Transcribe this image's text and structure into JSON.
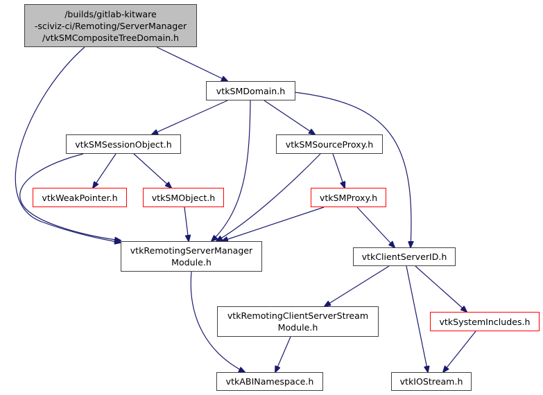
{
  "diagram": {
    "type": "include-dependency-graph",
    "edge_color": "#191970",
    "nodes": [
      {
        "id": "root",
        "lines": [
          "/builds/gitlab-kitware",
          "-sciviz-ci/Remoting/ServerManager",
          "/vtkSMCompositeTreeDomain.h"
        ],
        "style": "root"
      },
      {
        "id": "smdomain",
        "lines": [
          "vtkSMDomain.h"
        ],
        "style": "normal"
      },
      {
        "id": "sessionobject",
        "lines": [
          "vtkSMSessionObject.h"
        ],
        "style": "normal"
      },
      {
        "id": "sourceproxy",
        "lines": [
          "vtkSMSourceProxy.h"
        ],
        "style": "normal"
      },
      {
        "id": "weakpointer",
        "lines": [
          "vtkWeakPointer.h"
        ],
        "style": "red"
      },
      {
        "id": "smobject",
        "lines": [
          "vtkSMObject.h"
        ],
        "style": "red"
      },
      {
        "id": "smproxy",
        "lines": [
          "vtkSMProxy.h"
        ],
        "style": "red"
      },
      {
        "id": "rsmmodule",
        "lines": [
          "vtkRemotingServerManager",
          "Module.h"
        ],
        "style": "normal"
      },
      {
        "id": "csid",
        "lines": [
          "vtkClientServerID.h"
        ],
        "style": "normal"
      },
      {
        "id": "rcssmodule",
        "lines": [
          "vtkRemotingClientServerStream",
          "Module.h"
        ],
        "style": "normal"
      },
      {
        "id": "sysincludes",
        "lines": [
          "vtkSystemIncludes.h"
        ],
        "style": "red"
      },
      {
        "id": "abinamespace",
        "lines": [
          "vtkABINamespace.h"
        ],
        "style": "normal"
      },
      {
        "id": "iostream",
        "lines": [
          "vtkIOStream.h"
        ],
        "style": "normal"
      }
    ],
    "edges": [
      [
        "root",
        "smdomain"
      ],
      [
        "root",
        "rsmmodule"
      ],
      [
        "smdomain",
        "sessionobject"
      ],
      [
        "smdomain",
        "rsmmodule"
      ],
      [
        "smdomain",
        "sourceproxy"
      ],
      [
        "smdomain",
        "csid"
      ],
      [
        "sessionobject",
        "weakpointer"
      ],
      [
        "sessionobject",
        "smobject"
      ],
      [
        "sessionobject",
        "rsmmodule"
      ],
      [
        "sourceproxy",
        "rsmmodule"
      ],
      [
        "sourceproxy",
        "smproxy"
      ],
      [
        "smobject",
        "rsmmodule"
      ],
      [
        "smproxy",
        "rsmmodule"
      ],
      [
        "smproxy",
        "csid"
      ],
      [
        "rsmmodule",
        "abinamespace"
      ],
      [
        "csid",
        "rcssmodule"
      ],
      [
        "csid",
        "iostream"
      ],
      [
        "csid",
        "sysincludes"
      ],
      [
        "rcssmodule",
        "abinamespace"
      ],
      [
        "sysincludes",
        "iostream"
      ]
    ]
  }
}
